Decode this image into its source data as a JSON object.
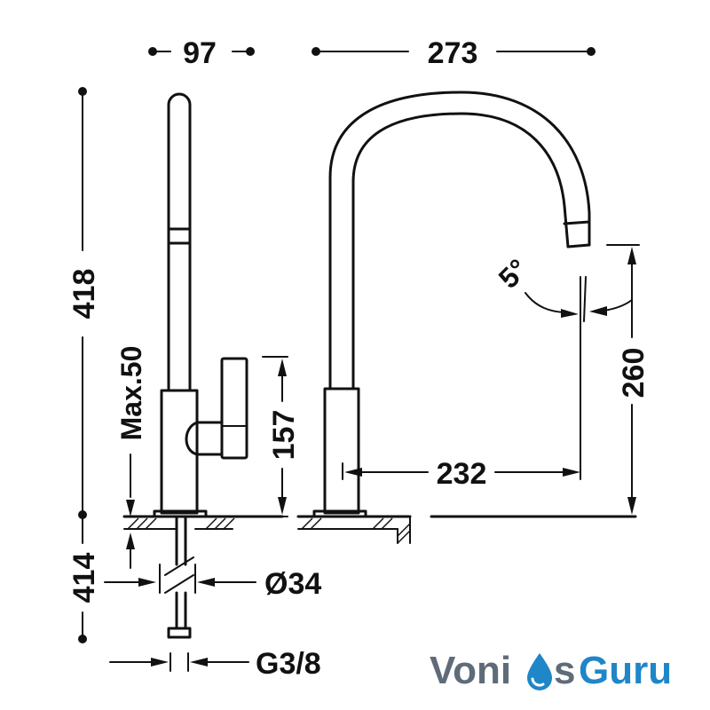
{
  "dimensions": {
    "top_left_width": "97",
    "top_reach": "273",
    "total_height": "418",
    "below_counter": "414",
    "max_thickness": "Max.50",
    "lever_height": "157",
    "spout_height": "260",
    "spout_projection": "232",
    "angle": "5°",
    "hole_diameter": "Ø34",
    "thread": "G3/8"
  },
  "logo": {
    "part1": "Voni",
    "part2": "s",
    "part3": "Guru",
    "drop_color": "#1f86c8",
    "text_color": "#5f6b78"
  }
}
